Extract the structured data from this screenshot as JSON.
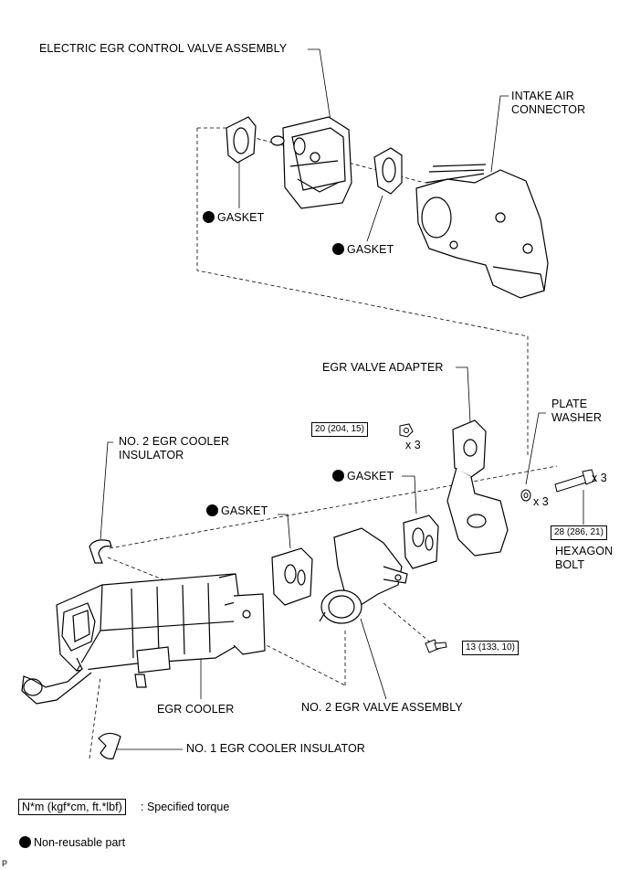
{
  "labels": {
    "egr_valve_assembly": "ELECTRIC EGR CONTROL VALVE ASSEMBLY",
    "intake_air_connector": "INTAKE AIR\nCONNECTOR",
    "gasket": "GASKET",
    "egr_valve_adapter": "EGR VALVE ADAPTER",
    "plate_washer": "PLATE\nWASHER",
    "hexagon_bolt": "HEXAGON\nBOLT",
    "no2_cooler_insulator": "NO. 2 EGR COOLER\nINSULATOR",
    "egr_cooler": "EGR COOLER",
    "no2_egr_valve_assembly": "NO. 2 EGR VALVE ASSEMBLY",
    "no1_cooler_insulator": "NO. 1 EGR COOLER INSULATOR"
  },
  "torque": {
    "adapter_nut": "20 (204, 15)",
    "hex_bolt": "28 (286, 21)",
    "valve_bolt": "13 (133, 10)"
  },
  "quantities": {
    "nut": "x 3",
    "bolt": "x 3",
    "washer": "x 3"
  },
  "legend": {
    "torque_unit": "N*m (kgf*cm, ft.*lbf)",
    "torque_desc": ": Specified torque",
    "non_reusable": "Non-reusable part"
  },
  "corner_mark": "P"
}
